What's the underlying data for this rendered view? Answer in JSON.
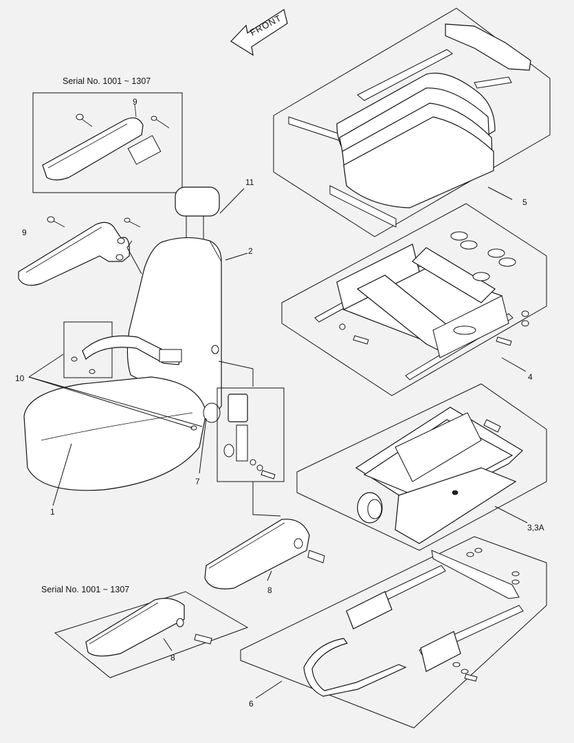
{
  "diagram": {
    "front_label": "FRONT",
    "serial_top": "Serial No. 1001 ~ 1307",
    "serial_bottom": "Serial No. 1001 ~ 1307",
    "callouts": {
      "c1": "1",
      "c2": "2",
      "c3": "3,3A",
      "c4": "4",
      "c5": "5",
      "c6": "6",
      "c7": "7",
      "c8a": "8",
      "c8b": "8",
      "c9a": "9",
      "c9b": "9",
      "c10": "10",
      "c11": "11"
    }
  }
}
